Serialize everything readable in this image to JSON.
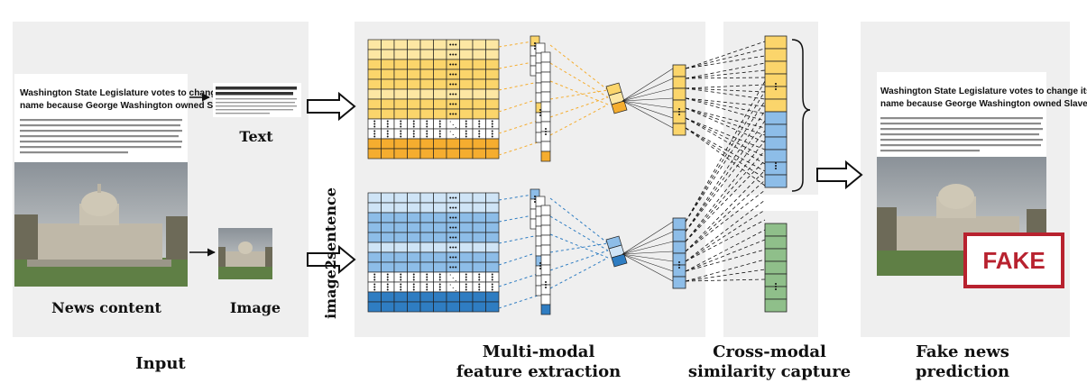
{
  "labels": {
    "text": "Text",
    "news_content": "News content",
    "image": "Image",
    "input": "Input",
    "image2sentence": "image2sentence",
    "feature_line1": "Multi-modal",
    "feature_line2": "feature extraction",
    "similarity_line1": "Cross-modal",
    "similarity_line2": "similarity capture",
    "prediction_line1": "Fake news",
    "prediction_line2": "prediction"
  },
  "news": {
    "headline_line1": "Washington State Legislature votes to change its",
    "headline_line2": "name because George Washington owned Slaves"
  },
  "stamp": {
    "label": "FAKE"
  },
  "colors": {
    "panel_bg": "#efefef",
    "yellow_light": "#fde7a3",
    "yellow_mid": "#fbd56b",
    "yellow_dark": "#f5ad2f",
    "blue_light": "#cfe4f6",
    "blue_mid": "#8dbde8",
    "blue_dark": "#2f7dc2",
    "green": "#8fbf8a",
    "fake_red": "#b8222f"
  }
}
